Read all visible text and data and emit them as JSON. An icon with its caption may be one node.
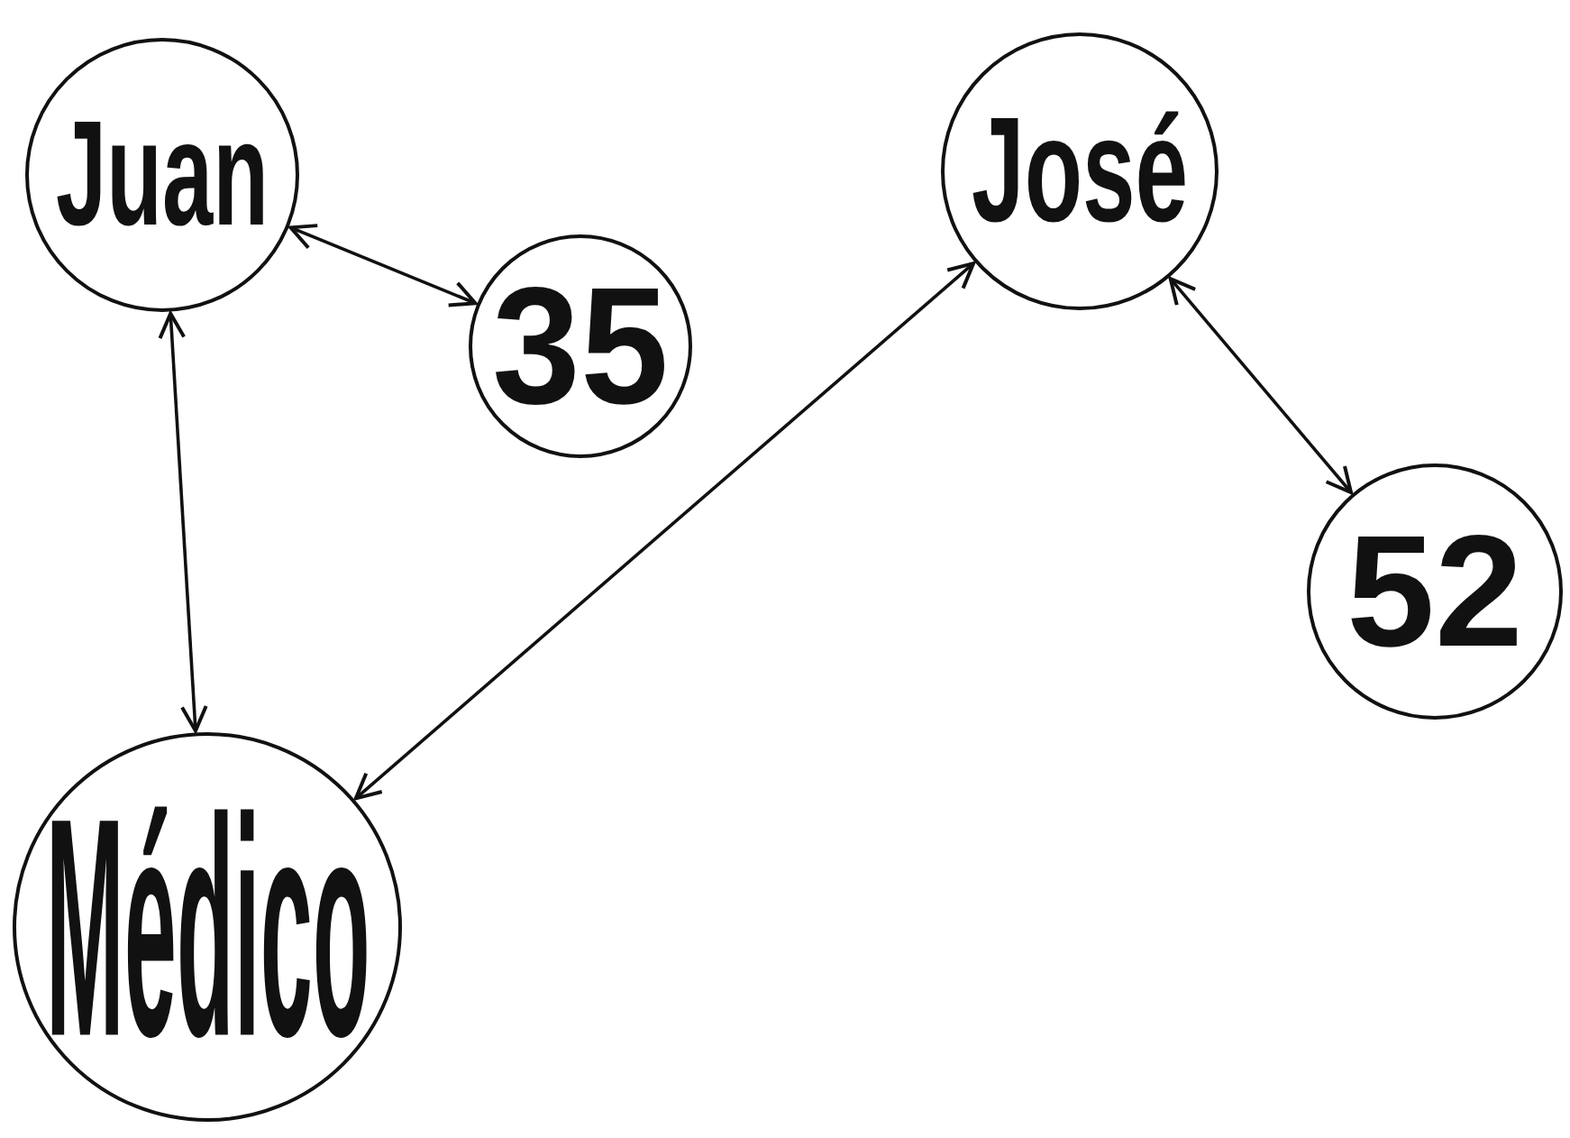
{
  "diagram": {
    "nodes": [
      {
        "text": [
          "Juan"
        ]
      },
      {
        "text": [
          "José"
        ]
      },
      {
        "text": [
          "35"
        ]
      },
      {
        "text": [
          "52"
        ]
      },
      {
        "text": [
          "Médico"
        ]
      }
    ],
    "edges": [
      {
        "from": 0,
        "to": 2,
        "arrow": "both"
      },
      {
        "from": 1,
        "to": 3,
        "arrow": "both"
      },
      {
        "from": 0,
        "to": 4,
        "arrow": "both"
      },
      {
        "from": 4,
        "to": 1,
        "arrow": "both"
      }
    ]
  }
}
